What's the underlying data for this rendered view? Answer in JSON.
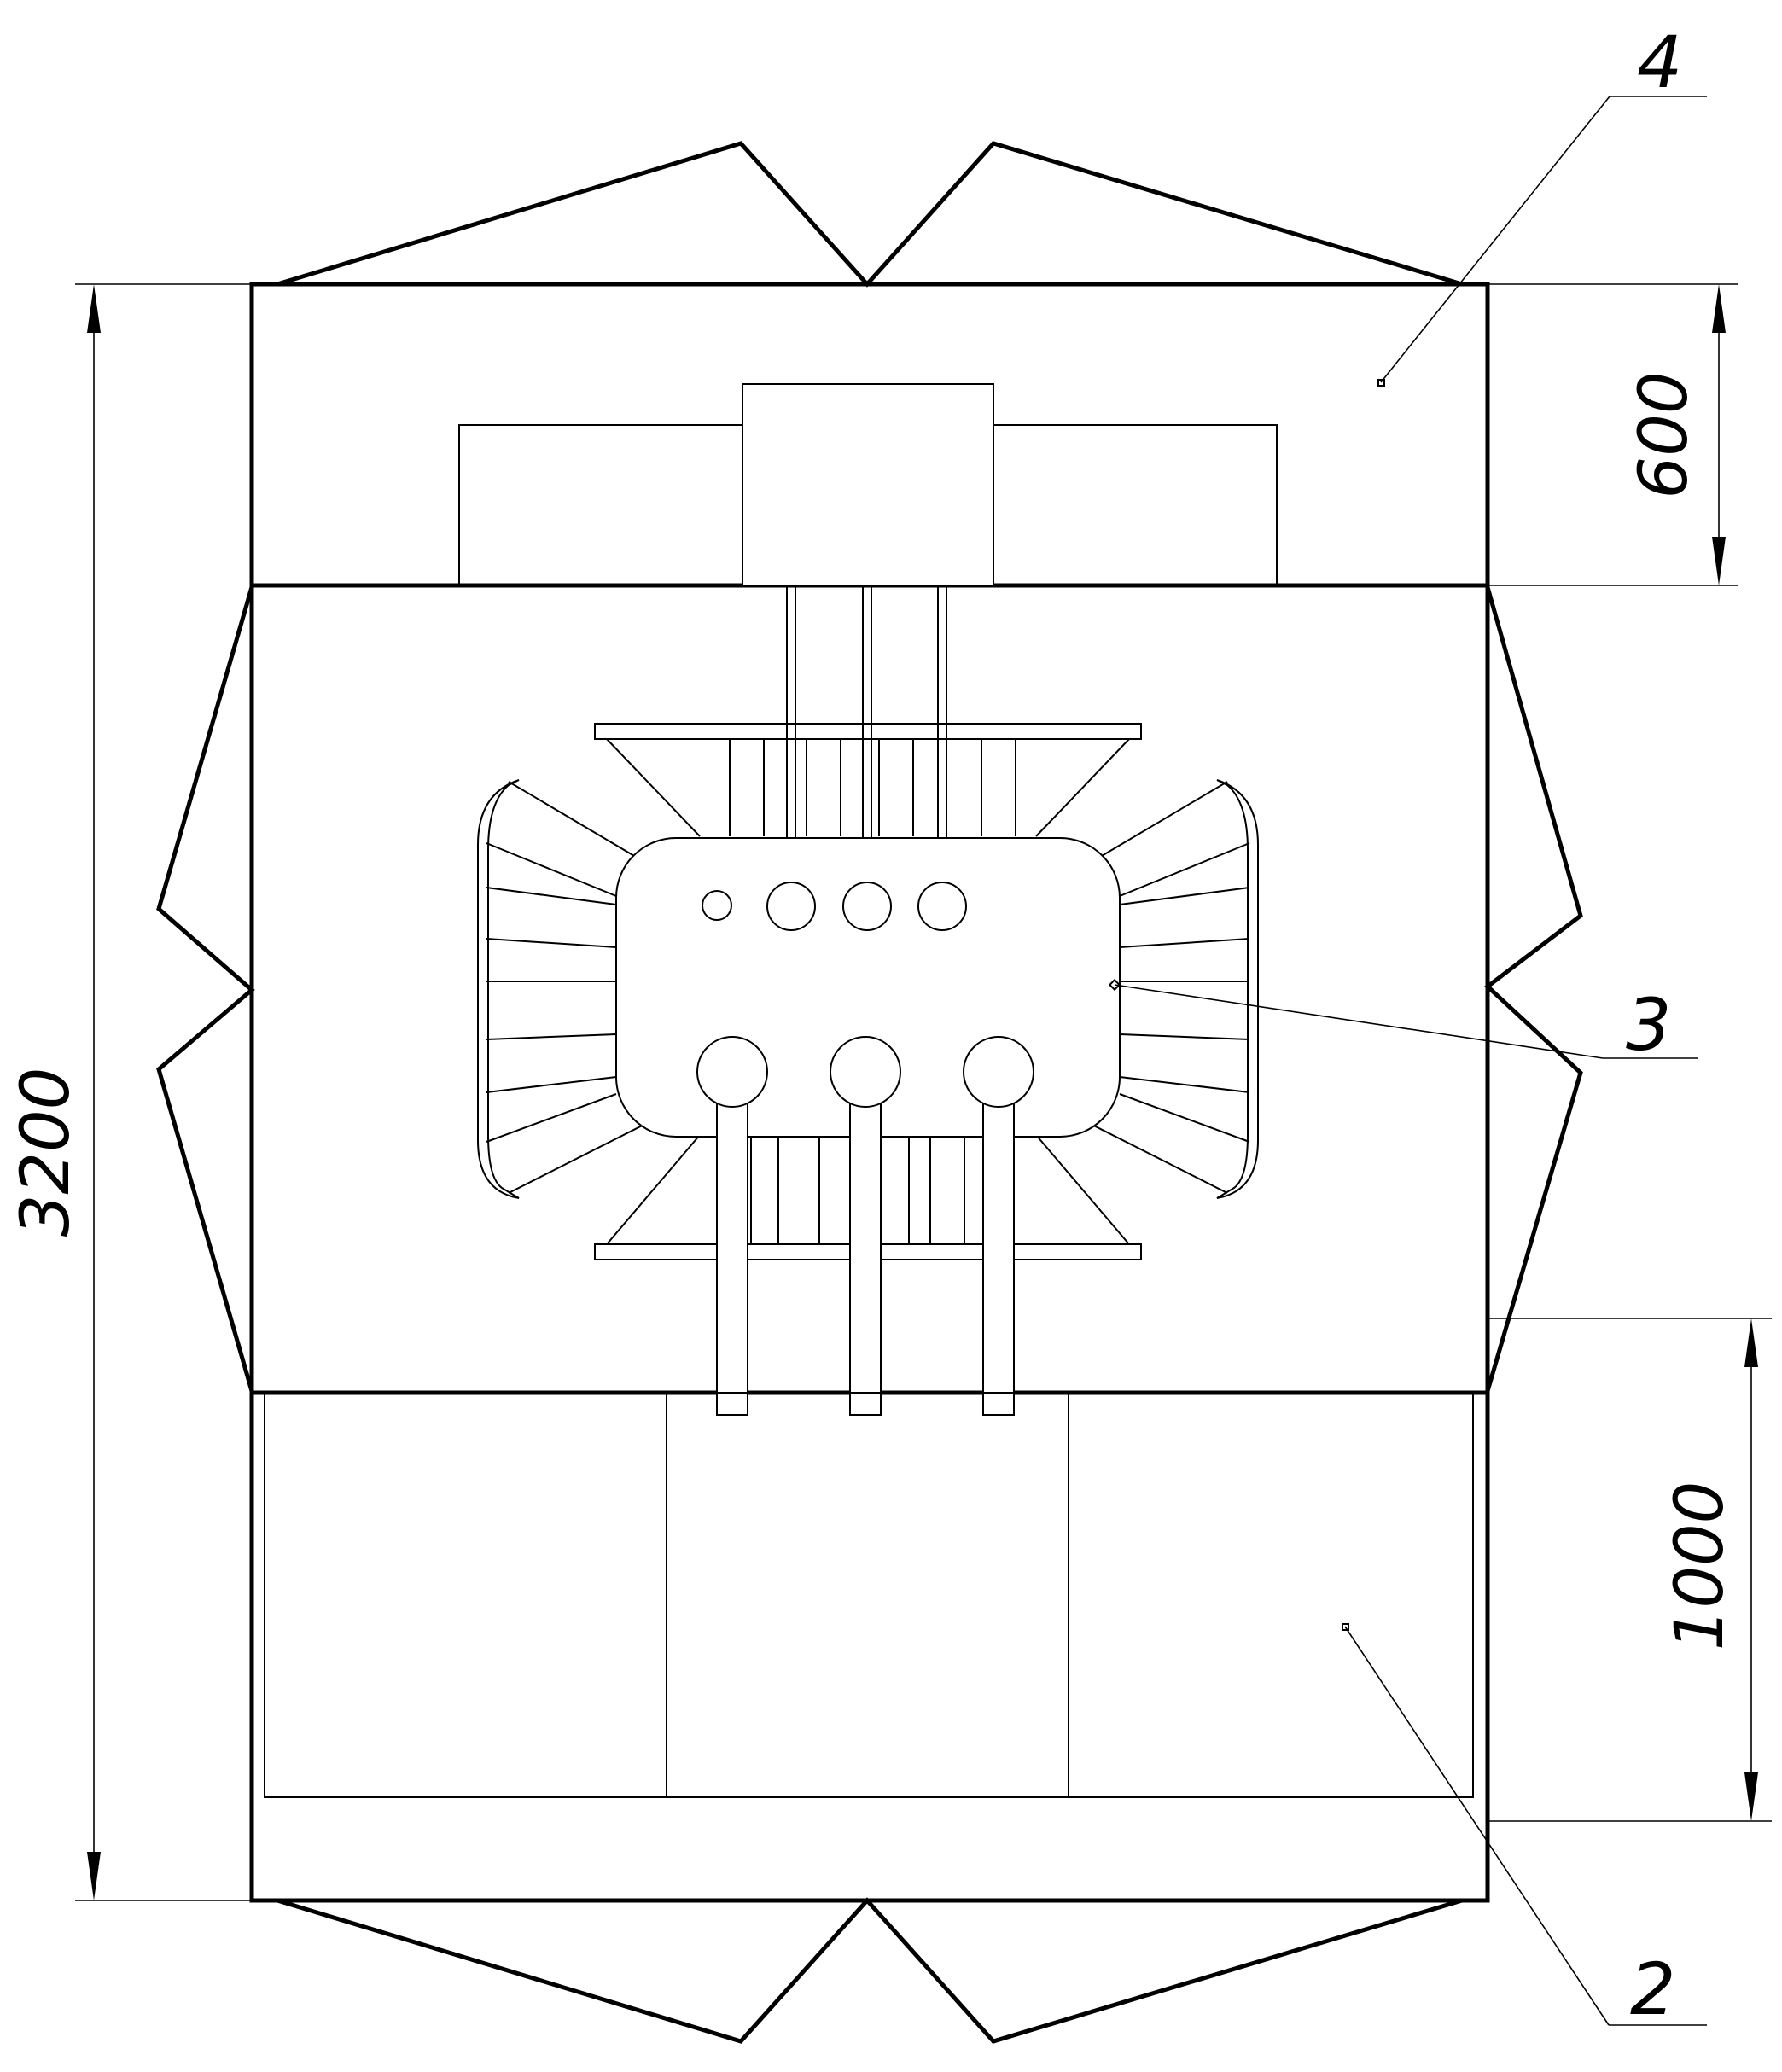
{
  "dimensions": {
    "overall_height": "3200",
    "top_section": "600",
    "bottom_section": "1000"
  },
  "callouts": {
    "c4": "4",
    "c3": "3",
    "c2": "2"
  },
  "colors": {
    "line": "#000000",
    "background": "#ffffff"
  }
}
